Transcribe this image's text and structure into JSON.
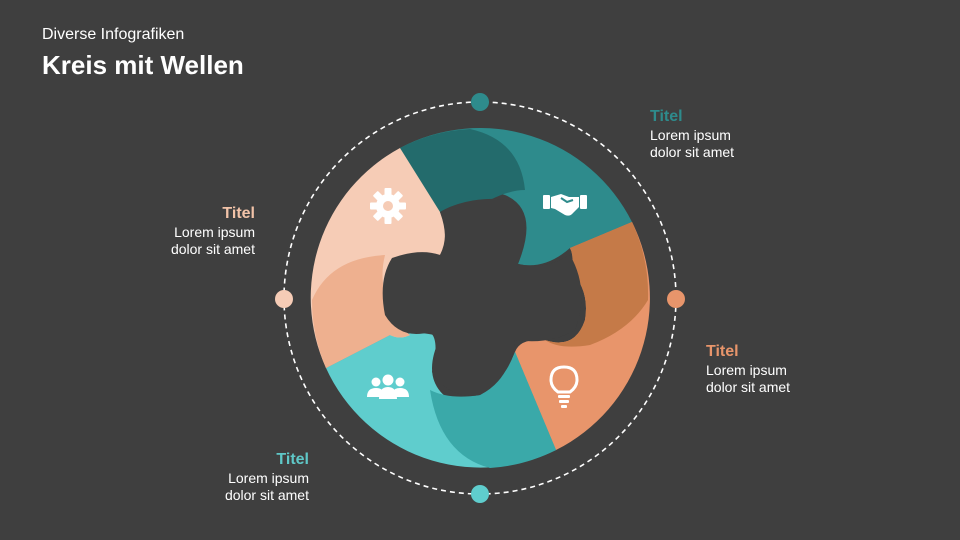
{
  "header": {
    "supertitle": "Diverse Infografiken",
    "title": "Kreis mit Wellen"
  },
  "items": [
    {
      "title": "Titel",
      "line1": "Lorem ipsum",
      "line2": "dolor sit amet",
      "color": "#2e8b8c",
      "icon": "handshake-icon"
    },
    {
      "title": "Titel",
      "line1": "Lorem ipsum",
      "line2": "dolor sit amet",
      "color": "#e8956b",
      "icon": "lightbulb-icon"
    },
    {
      "title": "Titel",
      "line1": "Lorem ipsum",
      "line2": "dolor sit amet",
      "color": "#5fc8c8",
      "icon": "team-icon"
    },
    {
      "title": "Titel",
      "line1": "Lorem ipsum",
      "line2": "dolor sit amet",
      "color": "#f2c3a8",
      "icon": "gear-icon"
    }
  ],
  "colors": {
    "background": "#3f3f3f",
    "teal_dark": "#2e8b8c",
    "teal_darker": "#236b6c",
    "orange": "#e8956b",
    "orange_dark": "#c57a48",
    "cyan": "#5fcdcd",
    "cyan_dark": "#3aa9a9",
    "peach_light": "#f6ccb6",
    "peach": "#eeb08f"
  }
}
